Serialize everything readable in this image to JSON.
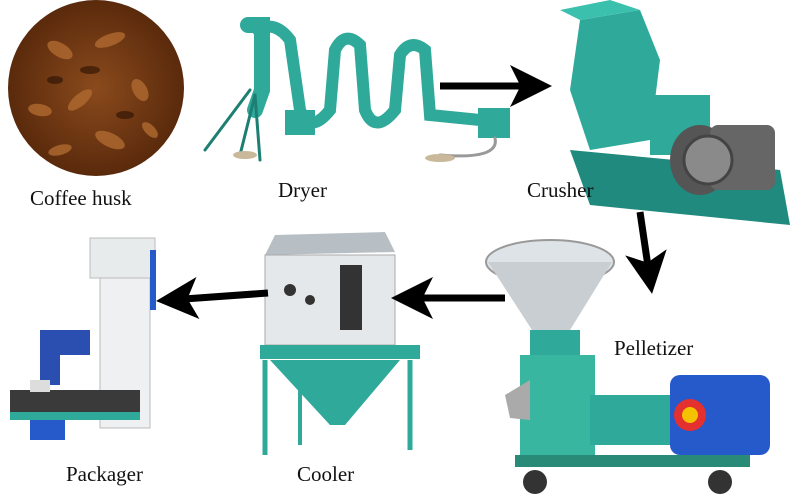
{
  "stages": [
    {
      "id": "coffee-husk",
      "label": "Coffee husk"
    },
    {
      "id": "dryer",
      "label": "Dryer"
    },
    {
      "id": "crusher",
      "label": "Crusher"
    },
    {
      "id": "pelletizer",
      "label": "Pelletizer"
    },
    {
      "id": "cooler",
      "label": "Cooler"
    },
    {
      "id": "packager",
      "label": "Packager"
    }
  ],
  "flow": [
    [
      "dryer",
      "crusher"
    ],
    [
      "crusher",
      "pelletizer"
    ],
    [
      "pelletizer",
      "cooler"
    ],
    [
      "cooler",
      "packager"
    ]
  ],
  "colors": {
    "machine": "#2fa99a",
    "arrow": "#000000",
    "husk": "#7a3a12"
  }
}
